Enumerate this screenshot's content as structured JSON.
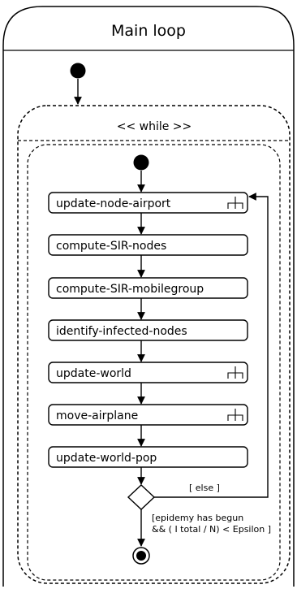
{
  "activity": {
    "title": "Main loop",
    "region_label": "<< while >>",
    "actions": [
      {
        "label": "update-node-airport",
        "call_icon": true
      },
      {
        "label": "compute-SIR-nodes",
        "call_icon": false
      },
      {
        "label": "compute-SIR-mobilegroup",
        "call_icon": false
      },
      {
        "label": "identify-infected-nodes",
        "call_icon": false
      },
      {
        "label": "update-world",
        "call_icon": true
      },
      {
        "label": "move-airplane",
        "call_icon": true
      },
      {
        "label": "update-world-pop",
        "call_icon": false
      }
    ],
    "guards": {
      "else": "[ else ]",
      "exit_line1": "[epidemy has begun",
      "exit_line2": "&& ( I total / N) < Epsilon ]"
    }
  }
}
